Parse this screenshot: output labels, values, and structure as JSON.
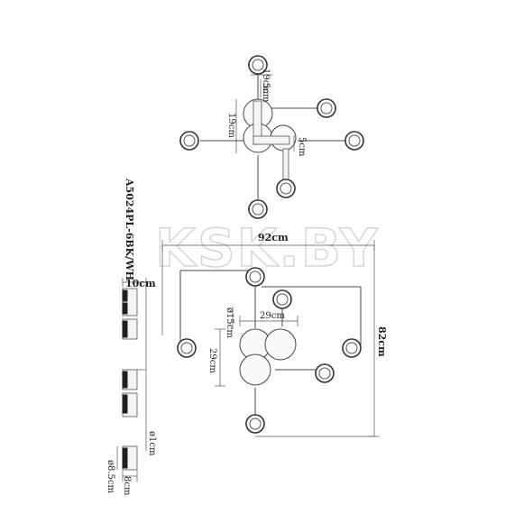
{
  "watermark": "KSK.BY",
  "model_code": "A5024PL-6BK/WH",
  "top_view": {
    "dim_top_spacing": "19cm",
    "dim_top_short": "5cm",
    "dim_left_vertical": "19cm",
    "dim_right_short": "5cm"
  },
  "front_view": {
    "overall_width": "92cm",
    "overall_height": "82cm",
    "disc_diameter": "ø15cm",
    "cluster_width": "29cm",
    "cluster_height": "29cm"
  },
  "side_view": {
    "depth": "10cm",
    "rod_diameter": "ø1cm",
    "shade_length": "8cm",
    "shade_diameter": "ø8.5cm"
  }
}
